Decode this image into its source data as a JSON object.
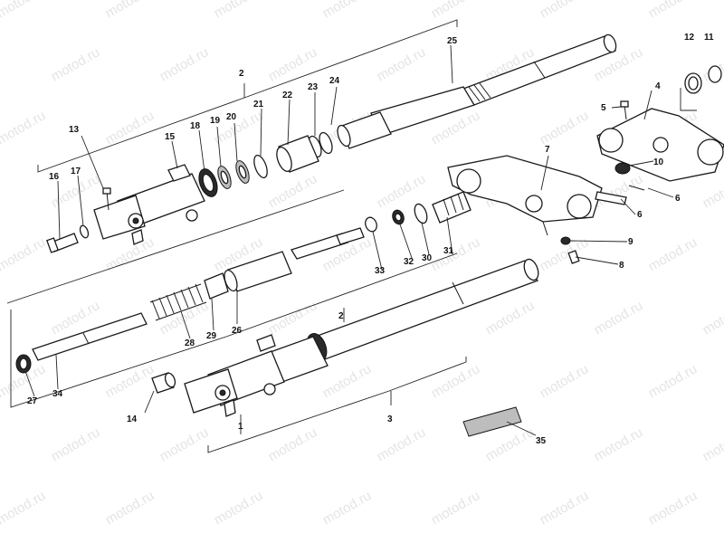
{
  "watermark": {
    "text": "motod.ru"
  },
  "callouts": {
    "c1": "1",
    "c2a": "2",
    "c2b": "2",
    "c3": "3",
    "c4": "4",
    "c5": "5",
    "c6a": "6",
    "c6b": "6",
    "c7": "7",
    "c8": "8",
    "c9": "9",
    "c10": "10",
    "c11": "11",
    "c12": "12",
    "c13": "13",
    "c14": "14",
    "c15": "15",
    "c16": "16",
    "c17": "17",
    "c18": "18",
    "c19": "19",
    "c20": "20",
    "c21": "21",
    "c22": "22",
    "c23": "23",
    "c24": "24",
    "c25": "25",
    "c26": "26",
    "c27": "27",
    "c28": "28",
    "c29": "29",
    "c30": "30",
    "c31": "31",
    "c32": "32",
    "c33": "33",
    "c34": "34",
    "c35": "35"
  }
}
